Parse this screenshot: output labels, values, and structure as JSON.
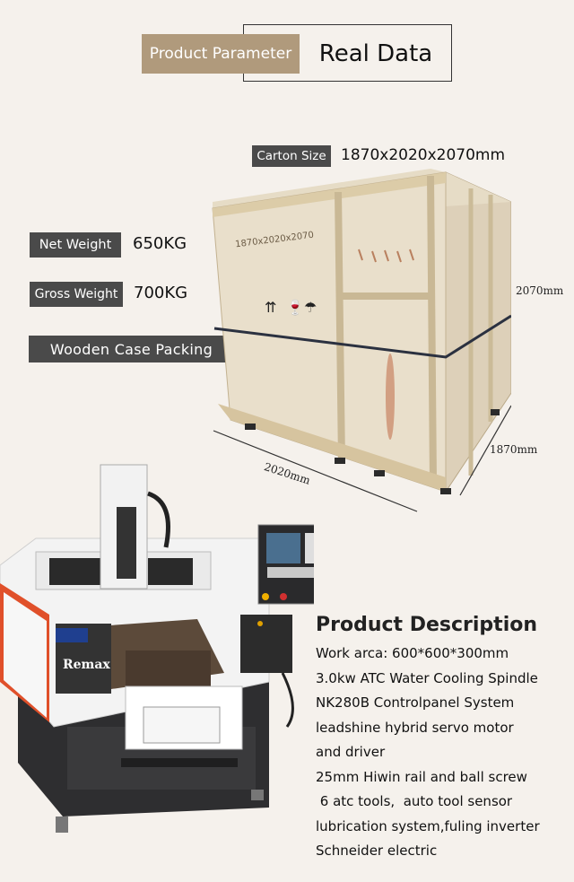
{
  "header": {
    "tag_label": "Product Parameter",
    "title": "Real Data"
  },
  "carton": {
    "label": "Carton Size",
    "value": "1870x2020x2070mm",
    "crate_marking": "1870x2020x2070"
  },
  "weights": {
    "net_label": "Net Weight",
    "net_value": "650KG",
    "gross_label": "Gross Weight",
    "gross_value": "700KG"
  },
  "packing": {
    "label": "Wooden Case Packing"
  },
  "dimensions": {
    "height": "2070mm",
    "depth": "1870mm",
    "width": "2020mm"
  },
  "machine": {
    "brand": "Remax"
  },
  "description": {
    "title": "Product Description",
    "items": [
      "Work arca: 600*600*300mm",
      "3.0kw ATC Water Cooling Spindle",
      "NK280B Controlpanel System",
      "leadshine hybrid servo motor",
      "and driver",
      "25mm Hiwin rail and ball screw",
      " 6 atc tools,  auto tool sensor",
      "lubrication system,fuling inverter",
      "Schneider electric"
    ]
  },
  "colors": {
    "tag_bg": "#b09a7c",
    "chip_bg": "#4a4a4a",
    "page_bg": "#f5f1ec",
    "machine_accent": "#e0502a"
  }
}
